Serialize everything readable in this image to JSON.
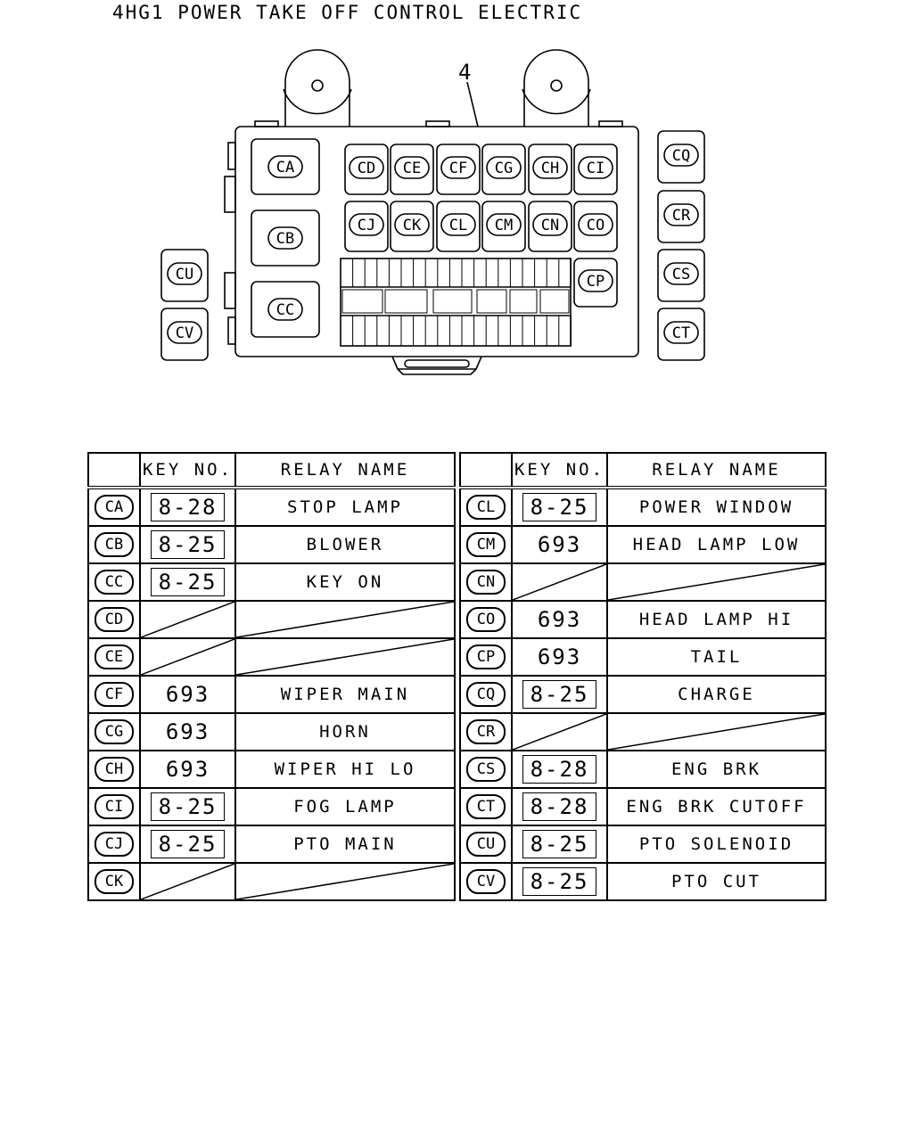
{
  "title": "4HG1 POWER TAKE OFF CONTROL ELECTRIC",
  "diagram": {
    "callout": "4",
    "relays": [
      "CA",
      "CB",
      "CC",
      "CD",
      "CE",
      "CF",
      "CG",
      "CH",
      "CI",
      "CJ",
      "CK",
      "CL",
      "CM",
      "CN",
      "CO",
      "CP",
      "CQ",
      "CR",
      "CS",
      "CT",
      "CU",
      "CV"
    ]
  },
  "table": {
    "headers": {
      "code": "",
      "key": "KEY NO.",
      "name": "RELAY NAME"
    },
    "left": [
      {
        "code": "CA",
        "key": "8-28",
        "boxed": true,
        "name": "STOP LAMP"
      },
      {
        "code": "CB",
        "key": "8-25",
        "boxed": true,
        "name": "BLOWER"
      },
      {
        "code": "CC",
        "key": "8-25",
        "boxed": true,
        "name": "KEY ON"
      },
      {
        "code": "CD",
        "key": "",
        "boxed": false,
        "name": "",
        "empty": true
      },
      {
        "code": "CE",
        "key": "",
        "boxed": false,
        "name": "",
        "empty": true
      },
      {
        "code": "CF",
        "key": "693",
        "boxed": false,
        "name": "WIPER MAIN"
      },
      {
        "code": "CG",
        "key": "693",
        "boxed": false,
        "name": "HORN"
      },
      {
        "code": "CH",
        "key": "693",
        "boxed": false,
        "name": "WIPER HI LO"
      },
      {
        "code": "CI",
        "key": "8-25",
        "boxed": true,
        "name": "FOG LAMP"
      },
      {
        "code": "CJ",
        "key": "8-25",
        "boxed": true,
        "name": "PTO MAIN"
      },
      {
        "code": "CK",
        "key": "",
        "boxed": false,
        "name": "",
        "empty": true
      }
    ],
    "right": [
      {
        "code": "CL",
        "key": "8-25",
        "boxed": true,
        "name": "POWER WINDOW"
      },
      {
        "code": "CM",
        "key": "693",
        "boxed": false,
        "name": "HEAD LAMP LOW"
      },
      {
        "code": "CN",
        "key": "",
        "boxed": false,
        "name": "",
        "empty": true
      },
      {
        "code": "CO",
        "key": "693",
        "boxed": false,
        "name": "HEAD LAMP HI"
      },
      {
        "code": "CP",
        "key": "693",
        "boxed": false,
        "name": "TAIL"
      },
      {
        "code": "CQ",
        "key": "8-25",
        "boxed": true,
        "name": "CHARGE"
      },
      {
        "code": "CR",
        "key": "",
        "boxed": false,
        "name": "",
        "empty": true
      },
      {
        "code": "CS",
        "key": "8-28",
        "boxed": true,
        "name": "ENG BRK"
      },
      {
        "code": "CT",
        "key": "8-28",
        "boxed": true,
        "name": "ENG BRK CUTOFF"
      },
      {
        "code": "CU",
        "key": "8-25",
        "boxed": true,
        "name": "PTO SOLENOID"
      },
      {
        "code": "CV",
        "key": "8-25",
        "boxed": true,
        "name": "PTO CUT"
      }
    ]
  }
}
